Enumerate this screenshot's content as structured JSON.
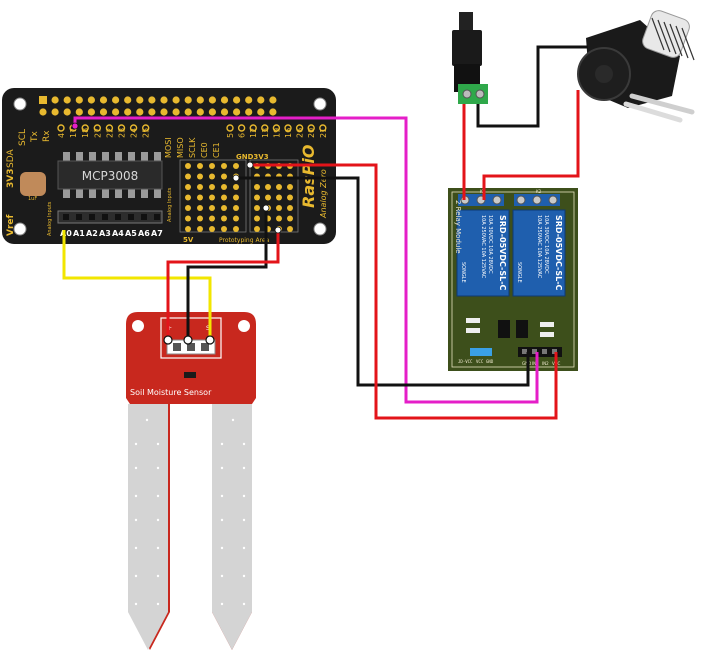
{
  "adc_board": {
    "chip_label": "MCP3008",
    "brand_label": "RasPiO",
    "model_label": "Analog Zero",
    "cap_label": "1uF",
    "section_analog_inputs": "Analog Inputs",
    "section_analog_inputs_right": "Analog Inputs",
    "section_prototyping": "Prototyping Area",
    "power_5v": "5V",
    "header_gnd_3v3": "GND3V3",
    "left_labels": [
      "Vref",
      "3V3",
      "SDA",
      "SCL",
      "Tx",
      "Rx"
    ],
    "top_pin_numbers": [
      "4",
      "17",
      "18",
      "27",
      "22",
      "23",
      "24",
      "25"
    ],
    "spi_labels": [
      "MOSI",
      "MISO",
      "SCLK",
      "CE0",
      "CE1"
    ],
    "right_pin_numbers": [
      "5",
      "6",
      "12",
      "13",
      "19",
      "16",
      "26",
      "20",
      "21"
    ],
    "analog_channels": [
      "A0",
      "A1",
      "A2",
      "A3",
      "A4",
      "A5",
      "A6",
      "A7"
    ]
  },
  "sensor": {
    "title": "Soil Moisture Sensor",
    "pin_labels": [
      "+",
      "-",
      "S"
    ]
  },
  "relay": {
    "title": "2 Relay Module",
    "relay_part": "SRD-05VDC-SL-C",
    "relay_brand": "SONGLE",
    "rating_lines": [
      "10A 250VAC  10A 125VAC",
      "10A 30VDC  10A 28VDC"
    ],
    "input_labels": [
      "GND",
      "IN1",
      "IN2",
      "VCC"
    ],
    "jumper_labels": [
      "JD-VCC",
      "VCC",
      "GND"
    ],
    "channel_labels": [
      "K1",
      "K2"
    ]
  },
  "colors": {
    "board": "#1b1b1b",
    "board_gold": "#e8b92f",
    "sensor_red": "#c8281e",
    "relay_pcb": "#3d4f1b",
    "relay_blue": "#1f5fae",
    "wire_red": "#e3141a",
    "wire_black": "#111111",
    "wire_yellow": "#f2e600",
    "wire_magenta": "#e51ec8"
  }
}
